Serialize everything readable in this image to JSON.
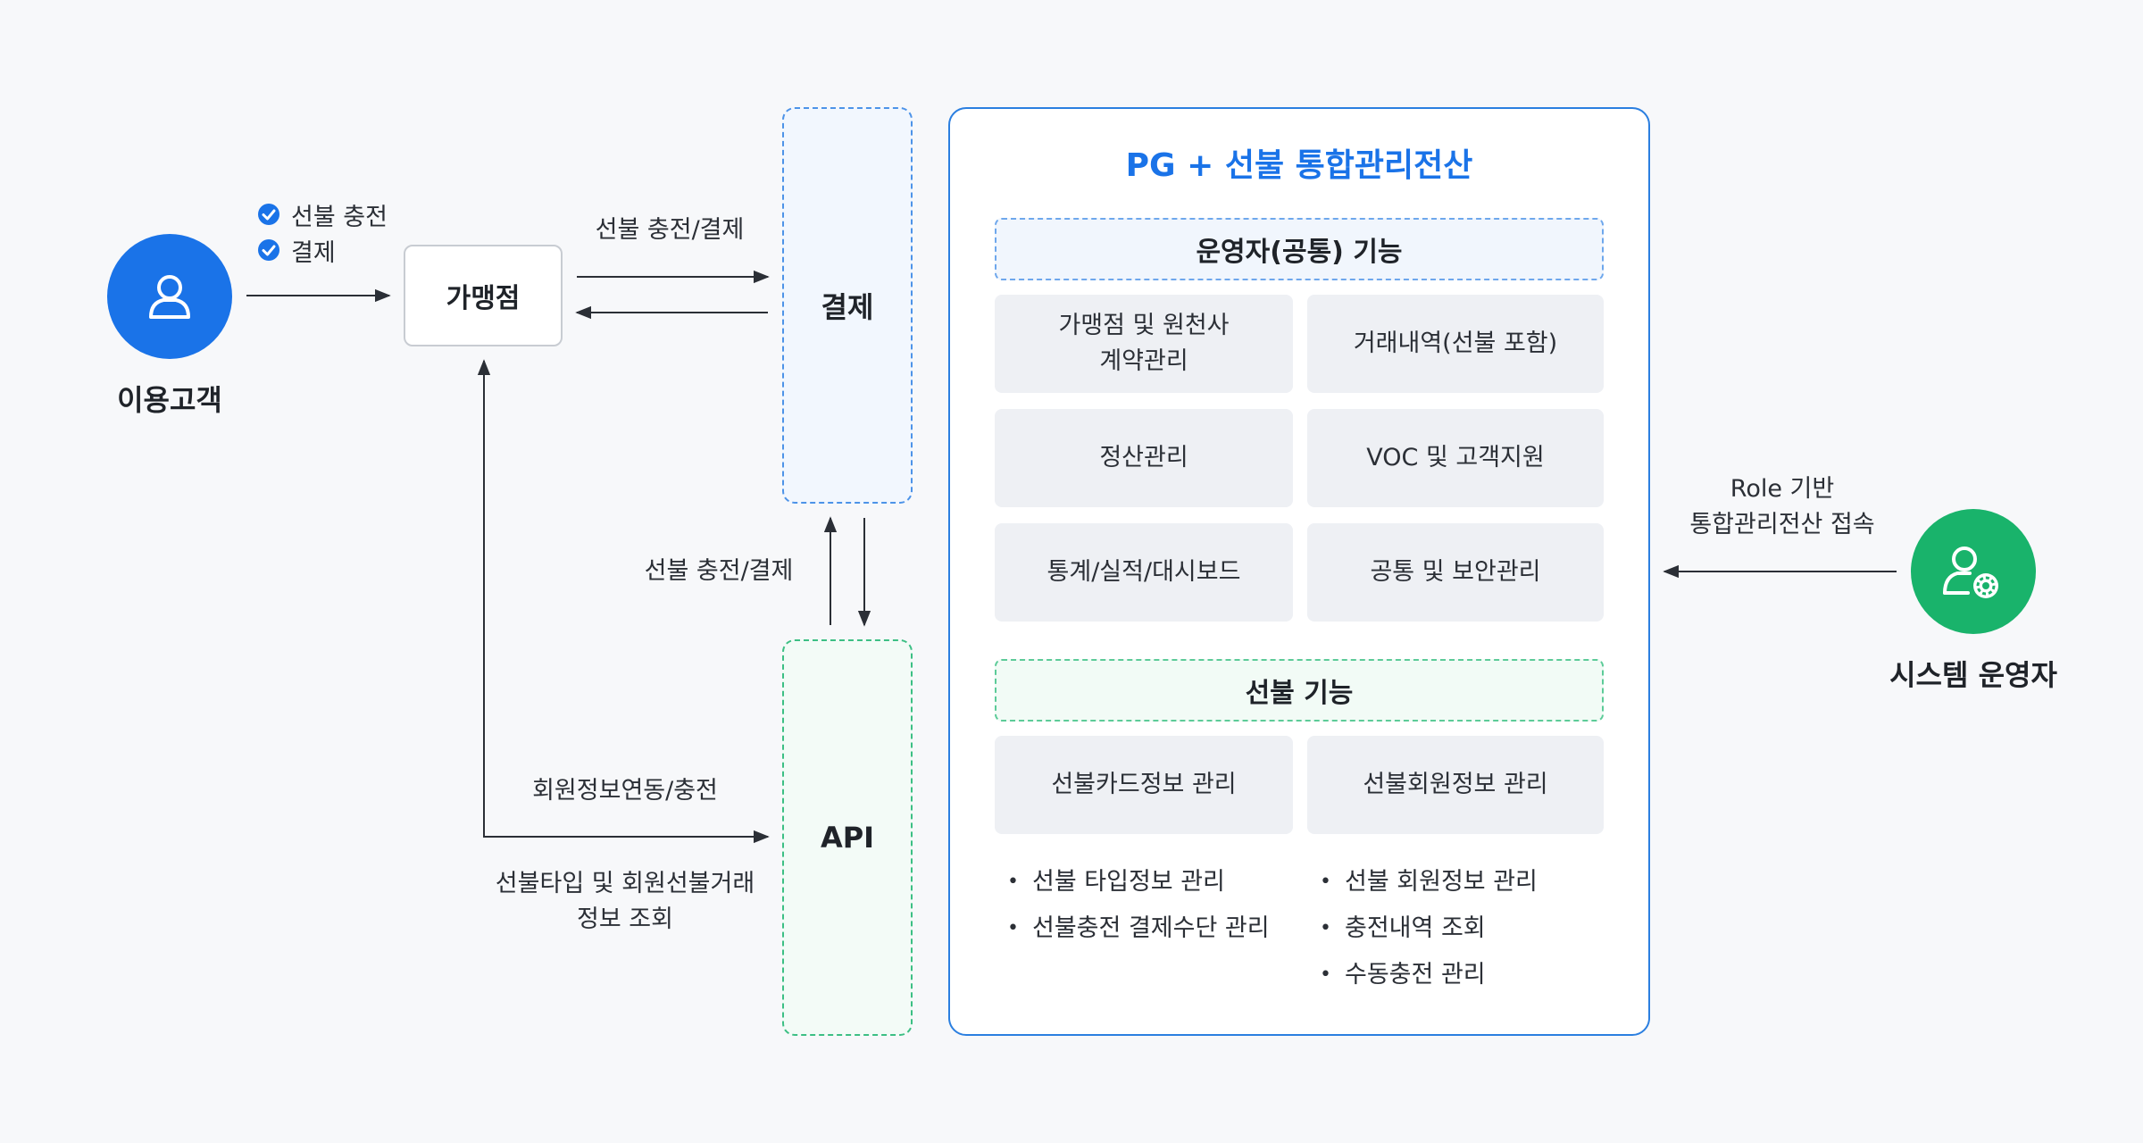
{
  "customer": {
    "label": "이용고객",
    "icon": "user-icon"
  },
  "customer_actions": [
    {
      "label": "선불 충전",
      "icon": "check-circle-icon"
    },
    {
      "label": "결제",
      "icon": "check-circle-icon"
    }
  ],
  "merchant": {
    "label": "가맹점"
  },
  "payment": {
    "label": "결제"
  },
  "api": {
    "label": "API"
  },
  "flows": {
    "merchant_payment": "선불 충전/결제",
    "payment_api": "선불 충전/결제",
    "member_link": "회원정보연동/충전",
    "query": [
      "선불타입 및 회원선불거래",
      "정보 조회"
    ],
    "operator_access": [
      "Role 기반",
      "통합관리전산 접속"
    ]
  },
  "system": {
    "title": "PG + 선불 통합관리전산",
    "common_header": "운영자(공통) 기능",
    "common_features": [
      [
        "가맹점 및 원천사",
        "계약관리"
      ],
      [
        "거래내역(선불 포함)"
      ],
      [
        "정산관리"
      ],
      [
        "VOC 및 고객지원"
      ],
      [
        "통계/실적/대시보드"
      ],
      [
        "공통 및 보안관리"
      ]
    ],
    "prepaid_header": "선불 기능",
    "prepaid_features": [
      "선불카드정보 관리",
      "선불회원정보 관리"
    ],
    "prepaid_left_items": [
      "선불 타입정보 관리",
      "선불충전 결제수단 관리"
    ],
    "prepaid_right_items": [
      "선불 회원정보 관리",
      "충전내역 조회",
      "수동충전 관리"
    ]
  },
  "operator": {
    "label": "시스템 운영자",
    "icon": "user-gear-icon"
  },
  "colors": {
    "blue": "#1a73e8",
    "green": "#19b36b",
    "cell": "#eef0f4",
    "panel_border": "#2b7fe0"
  }
}
